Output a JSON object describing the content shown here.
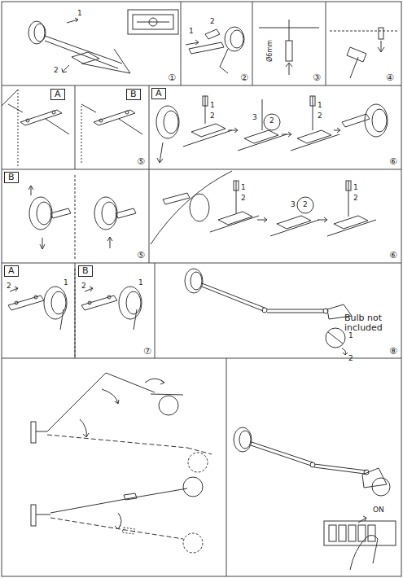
{
  "diagram": {
    "labels": [
      "1",
      "2",
      "①",
      "1",
      "2",
      "②",
      "Ø6mm",
      "③",
      "④",
      "A",
      "B",
      "⑤",
      "A",
      "1",
      "2",
      "3",
      "2",
      "1",
      "2",
      "⑥",
      "B",
      "⑤",
      "1",
      "2",
      "3",
      "2",
      "1",
      "2",
      "⑥",
      "A",
      "B",
      "2",
      "1",
      "2",
      "1",
      "⑦",
      "Bulb not included",
      "1",
      "2",
      "⑧",
      "ON"
    ]
  }
}
